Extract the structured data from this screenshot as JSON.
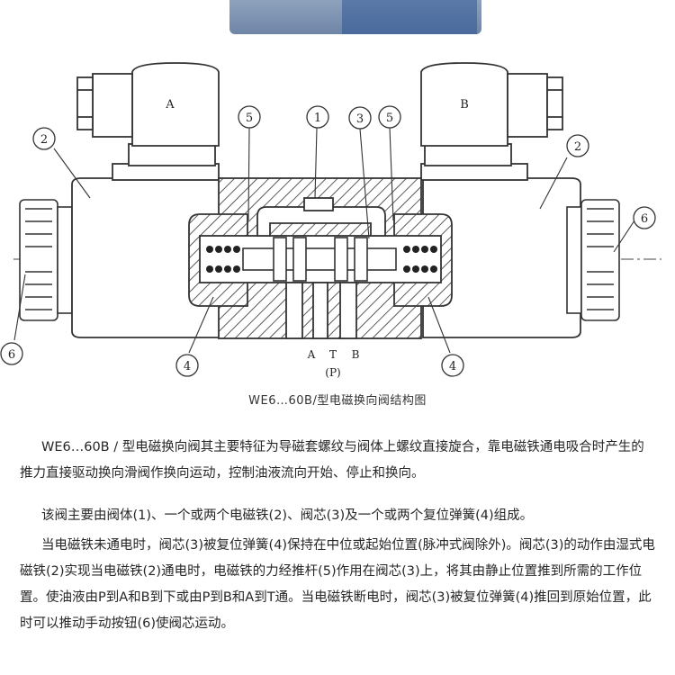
{
  "diagram": {
    "solenoid_labels": [
      "A",
      "B"
    ],
    "callouts": {
      "c1": "1",
      "c2l": "2",
      "c2r": "2",
      "c3": "3",
      "c4l": "4",
      "c4r": "4",
      "c5l": "5",
      "c5r": "5",
      "c6l": "6",
      "c6r": "6"
    },
    "port_labels": {
      "a": "A",
      "t": "T",
      "b": "B",
      "p": "(P)"
    }
  },
  "caption": "WE6…60B/型电磁换向阀结构图",
  "paragraphs": [
    "WE6…60B / 型电磁换向阀其主要特征为导磁套螺纹与阀体上螺纹直接旋合，靠电磁铁通电吸合时产生的推力直接驱动换向滑阀作换向运动，控制油液流向开始、停止和换向。",
    "该阀主要由阀体(1)、一个或两个电磁铁(2)、阀芯(3)及一个或两个复位弹簧(4)组成。",
    "当电磁铁未通电时，阀芯(3)被复位弹簧(4)保持在中位或起始位置(脉冲式阀除外)。阀芯(3)的动作由湿式电磁铁(2)实现当电磁铁(2)通电时，电磁铁的力经推杆(5)作用在阀芯(3)上，将其由静止位置推到所需的工作位置。使油液由P到A和B到下或由P到B和A到T通。当电磁铁断电时，阀芯(3)被复位弹簧(4)推回到原始位置，此时可以推动手动按钮(6)使阀芯运动。"
  ]
}
